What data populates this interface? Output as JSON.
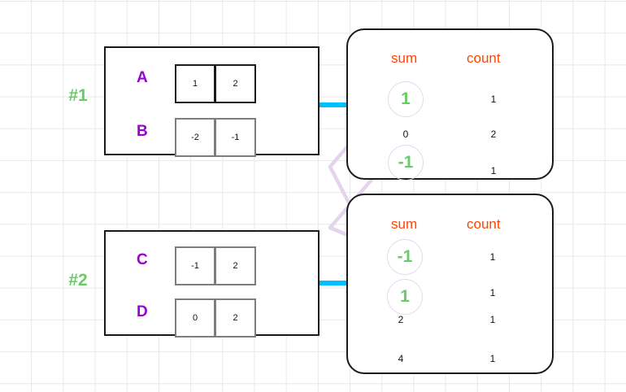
{
  "steps": [
    {
      "label": "#1"
    },
    {
      "label": "#2"
    }
  ],
  "groups": [
    {
      "id": "group-1",
      "rows": [
        {
          "label": "A",
          "cells": [
            "1",
            "2"
          ],
          "border": "black"
        },
        {
          "label": "B",
          "cells": [
            "-2",
            "-1"
          ],
          "border": "gray"
        }
      ]
    },
    {
      "id": "group-2",
      "rows": [
        {
          "label": "C",
          "cells": [
            "-1",
            "2"
          ],
          "border": "gray"
        },
        {
          "label": "D",
          "cells": [
            "0",
            "2"
          ],
          "border": "gray"
        }
      ]
    }
  ],
  "panels": [
    {
      "id": "panel-1",
      "headers": {
        "sum": "sum",
        "count": "count"
      },
      "rows": [
        {
          "sum": "1",
          "count": "1",
          "highlight": true
        },
        {
          "sum": "0",
          "count": "2",
          "highlight": false
        },
        {
          "sum": "-1",
          "count": "1",
          "highlight": true
        }
      ]
    },
    {
      "id": "panel-2",
      "headers": {
        "sum": "sum",
        "count": "count"
      },
      "rows": [
        {
          "sum": "-1",
          "count": "1",
          "highlight": true
        },
        {
          "sum": "1",
          "count": "1",
          "highlight": true
        },
        {
          "sum": "2",
          "count": "1",
          "highlight": false
        },
        {
          "sum": "4",
          "count": "1",
          "highlight": false
        }
      ]
    }
  ],
  "colors": {
    "arrow": "#00bfff",
    "wire": "#e4d4ee",
    "highlight_value": "#66cc66",
    "column_header": "#ff4500",
    "row_label": "#9b00d6",
    "step_label": "#66cc66",
    "box_border": "#1a1a1a",
    "cell_border_gray": "#7d7d7d",
    "grid": "#e8e8e8"
  },
  "connectors": [
    {
      "name": "arrow-group1-to-panel1",
      "kind": "arrow"
    },
    {
      "name": "arrow-group2-to-panel2",
      "kind": "arrow"
    },
    {
      "name": "wire-panel1-sum-1-to-panel2-sum-1",
      "kind": "wire"
    },
    {
      "name": "wire-panel1-sum-neg1-to-panel2-sum-neg1",
      "kind": "wire"
    }
  ]
}
